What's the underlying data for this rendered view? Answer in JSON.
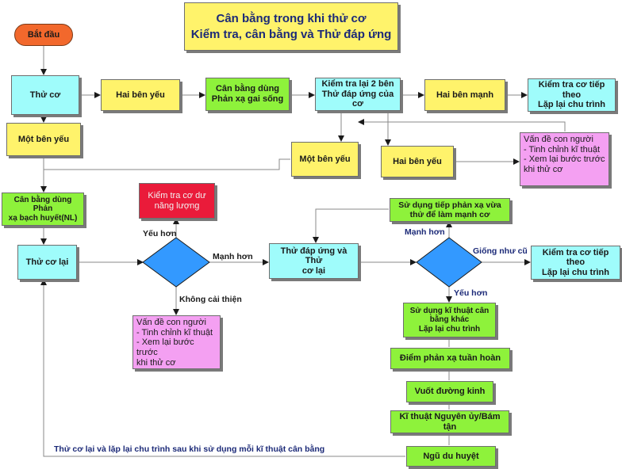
{
  "title": {
    "line1": "Cân bằng trong khi thử cơ",
    "line2": "Kiểm tra, cân bằng và Thử đáp ứng"
  },
  "nodes": {
    "start": "Bắt đầu",
    "test_muscle": "Thử cơ",
    "both_weak": "Hai bên yếu",
    "balance_spinal": "Cân bằng dùng\nPhản xạ gai sống",
    "recheck_both": "Kiểm tra lại 2 bên\nThử đáp ứng của cơ",
    "both_strong": "Hai bên mạnh",
    "continue_check_top": "Kiểm tra cơ tiếp theo\nLặp lại chu trình",
    "one_side_weak_left": "Một bên yếu",
    "one_side_weak_mid": "Một bên yếu",
    "both_weak_mid": "Hai bên yếu",
    "human_issue_top": "Vấn đề con người\n- Tinh chỉnh kĩ thuật\n- Xem lại bước trước\nkhi thử cơ",
    "balance_lymph": "Cân bằng dùng Phản\nxạ bạch huyết(NL)",
    "check_energy": "Kiểm tra cơ dư\nnăng lượng",
    "retest": "Thử cơ lại",
    "response_retest": "Thử đáp ứng và Thử\ncơ lại",
    "use_next_reflex": "Sử dụng tiếp phản xạ vừa\nthử để làm mạnh cơ",
    "continue_check_right": "Kiểm tra cơ tiếp theo\nLặp lại chu trình",
    "human_issue_bottom": "Vấn đề con người\n- Tinh chỉnh kĩ thuật\n- Xem lại bước trước\nkhi thử cơ",
    "other_technique": "Sử dụng kĩ thuật cân\nbằng khác\nLặp lại chu trình",
    "circulation_point": "Điểm phản xạ tuần hoàn",
    "meridian": "Vuốt đường kinh",
    "origin_insertion": "Kĩ thuật Nguyên ủy/Bám tận",
    "five_elements": "Ngũ du huyệt"
  },
  "labels": {
    "weaker_left": "Yếu hơn",
    "stronger_left": "Mạnh hơn",
    "no_improvement": "Không cải thiện",
    "stronger_right": "Mạnh hơn",
    "same_as_before": "Giống như cũ",
    "weaker_right": "Yếu hơn",
    "loop_note": "Thử cơ lại và lặp lại chu trình sau khi sử dụng mỗi kĩ thuật cân bằng"
  },
  "colors": {
    "yellow": "#fff36b",
    "cyan": "#9ffcfb",
    "green": "#8ef23b",
    "red": "#ea1b3a",
    "pink": "#f4a0f2",
    "orange": "#f2682c",
    "diamond": "#3399ff"
  }
}
